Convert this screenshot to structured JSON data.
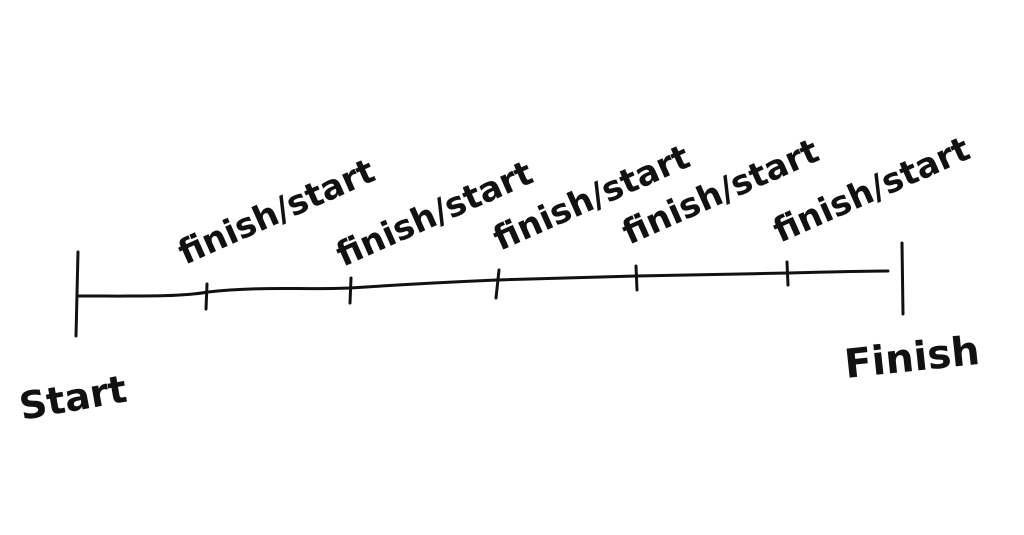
{
  "diagram": {
    "start_label": "Start",
    "end_label": "Finish",
    "milestones": [
      {
        "label": "finish/start"
      },
      {
        "label": "finish/start"
      },
      {
        "label": "finish/start"
      },
      {
        "label": "finish/start"
      },
      {
        "label": "finish/start"
      }
    ],
    "ink_color": "#111111",
    "background_color": "#ffffff"
  }
}
